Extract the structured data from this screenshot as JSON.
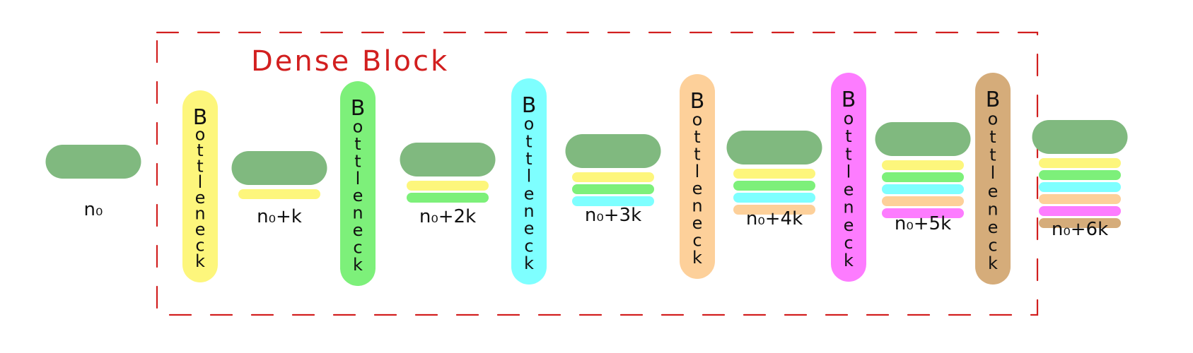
{
  "title": "Dense Block",
  "bottleneck_text": "Bottleneck",
  "colors": {
    "feature_map": "#80b97f",
    "border": "#d21f1f",
    "growth": [
      "#fdf67c",
      "#7df07a",
      "#7effff",
      "#fdd09a",
      "#fd7cff",
      "#d5ac7a"
    ]
  },
  "stages": [
    {
      "label": "n₀",
      "growth_layers": 0
    },
    {
      "label": "n₀+k",
      "growth_layers": 1
    },
    {
      "label": "n₀+2k",
      "growth_layers": 2
    },
    {
      "label": "n₀+3k",
      "growth_layers": 3
    },
    {
      "label": "n₀+4k",
      "growth_layers": 4
    },
    {
      "label": "n₀+5k",
      "growth_layers": 5
    },
    {
      "label": "n₀+6k",
      "growth_layers": 6
    }
  ]
}
